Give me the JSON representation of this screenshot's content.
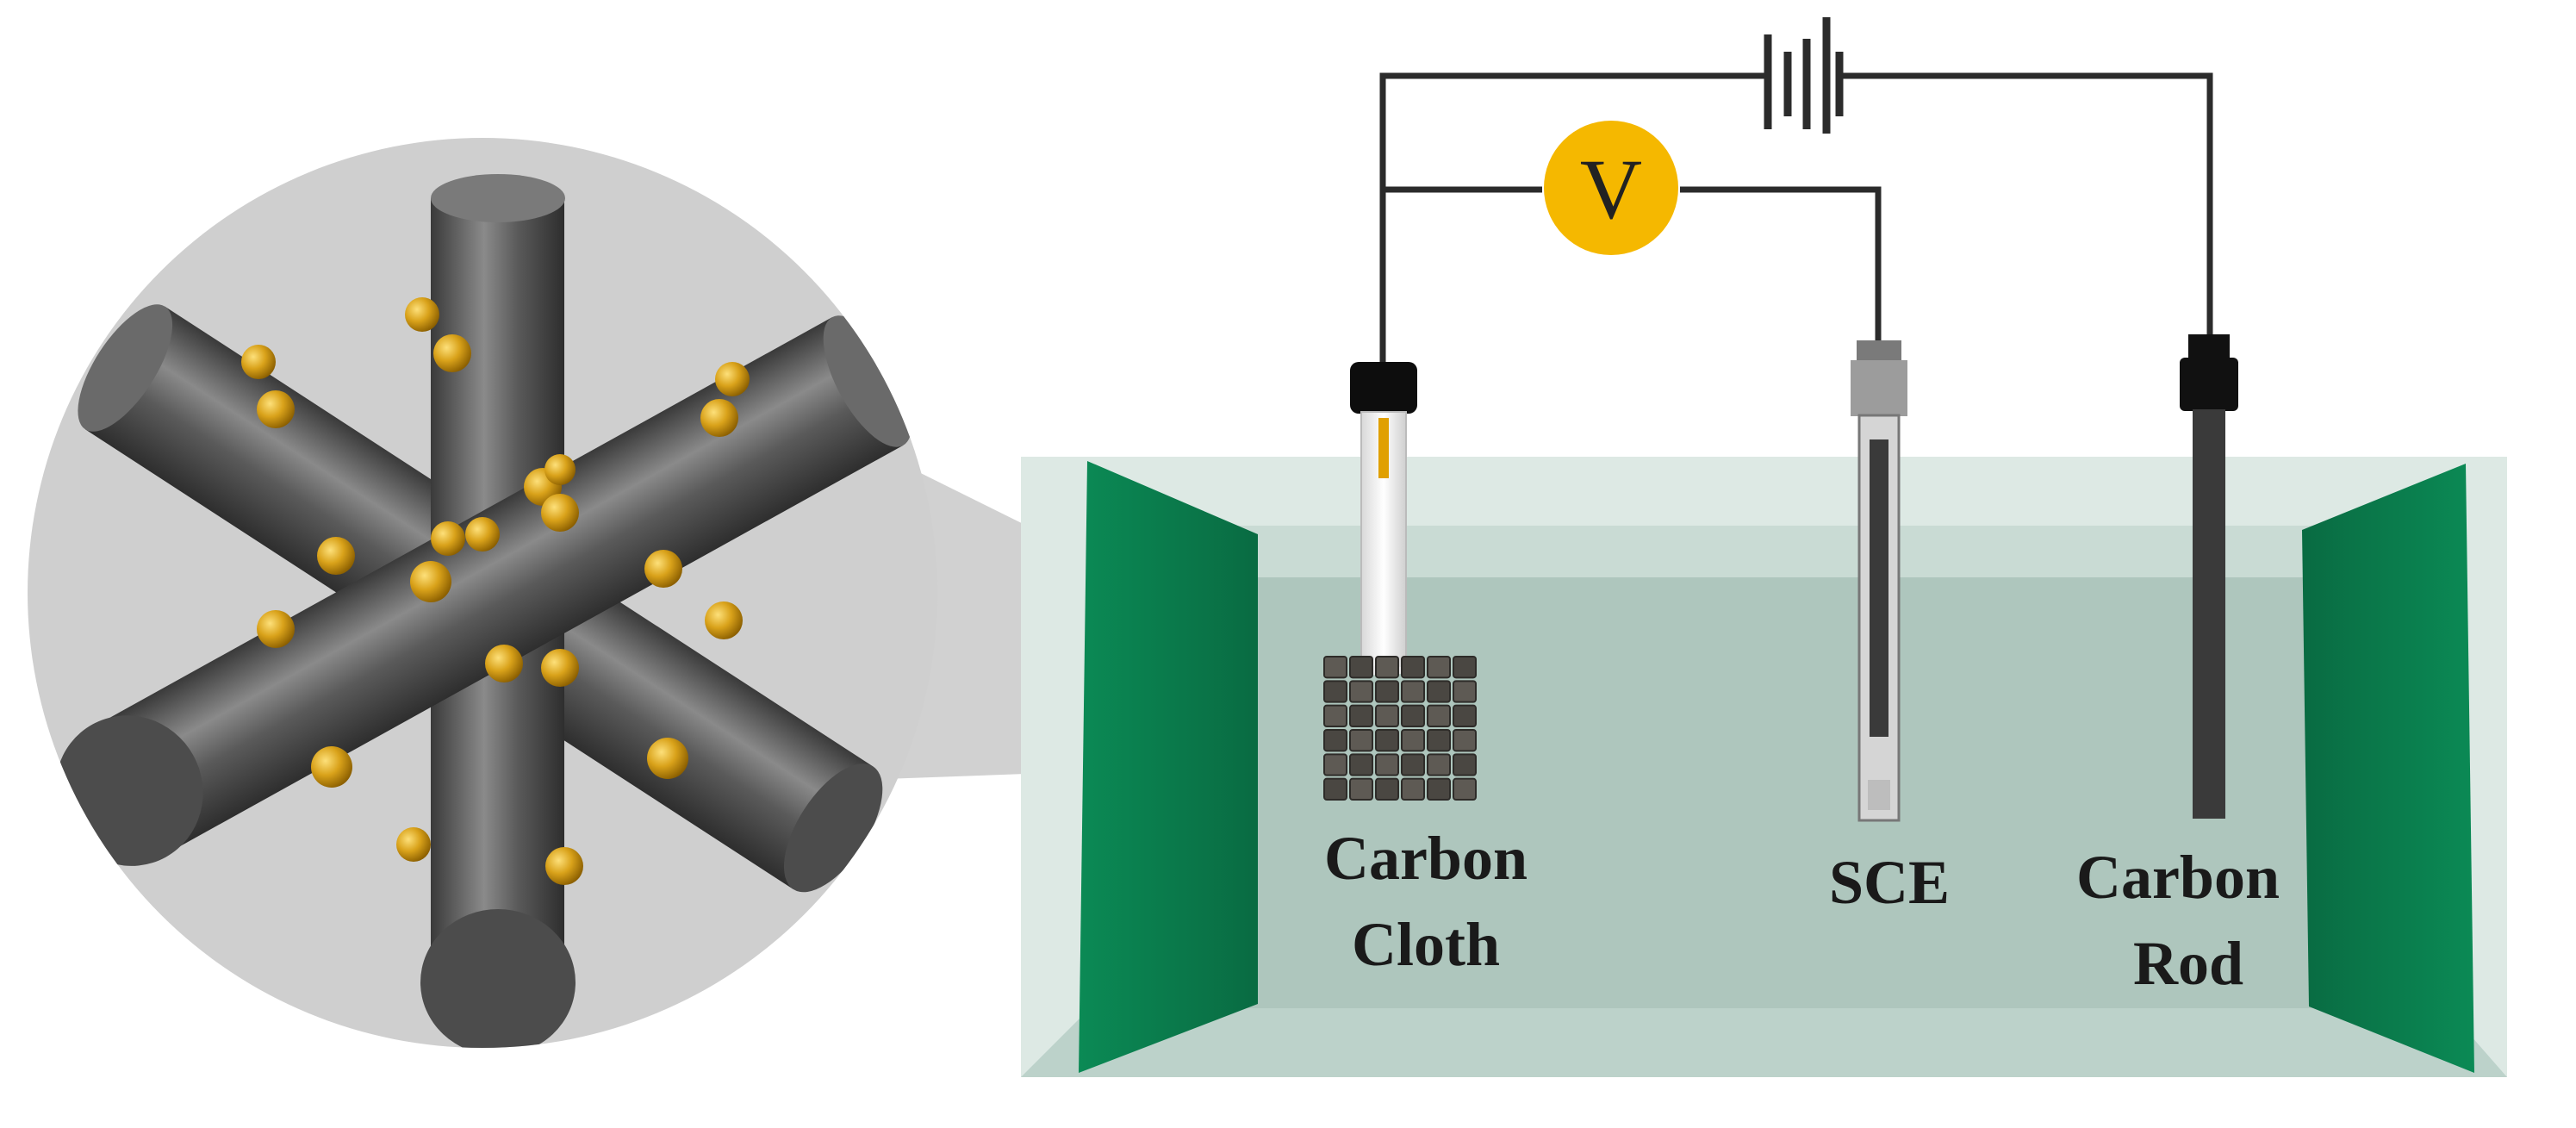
{
  "labels": {
    "carbon_cloth": [
      "Carbon",
      "Cloth"
    ],
    "sce": "SCE",
    "carbon_rod": [
      "Carbon",
      "Rod"
    ],
    "voltmeter": "V"
  },
  "colors": {
    "fiber": "#5a5a5a",
    "particle": "#d9a21a",
    "electrolyte": "#cfe0d8",
    "electrode_plate": "#0d7a4c",
    "voltmeter": "#f5b800",
    "wire": "#2b2b2b"
  },
  "icons": [
    "battery-icon",
    "voltmeter-icon"
  ]
}
